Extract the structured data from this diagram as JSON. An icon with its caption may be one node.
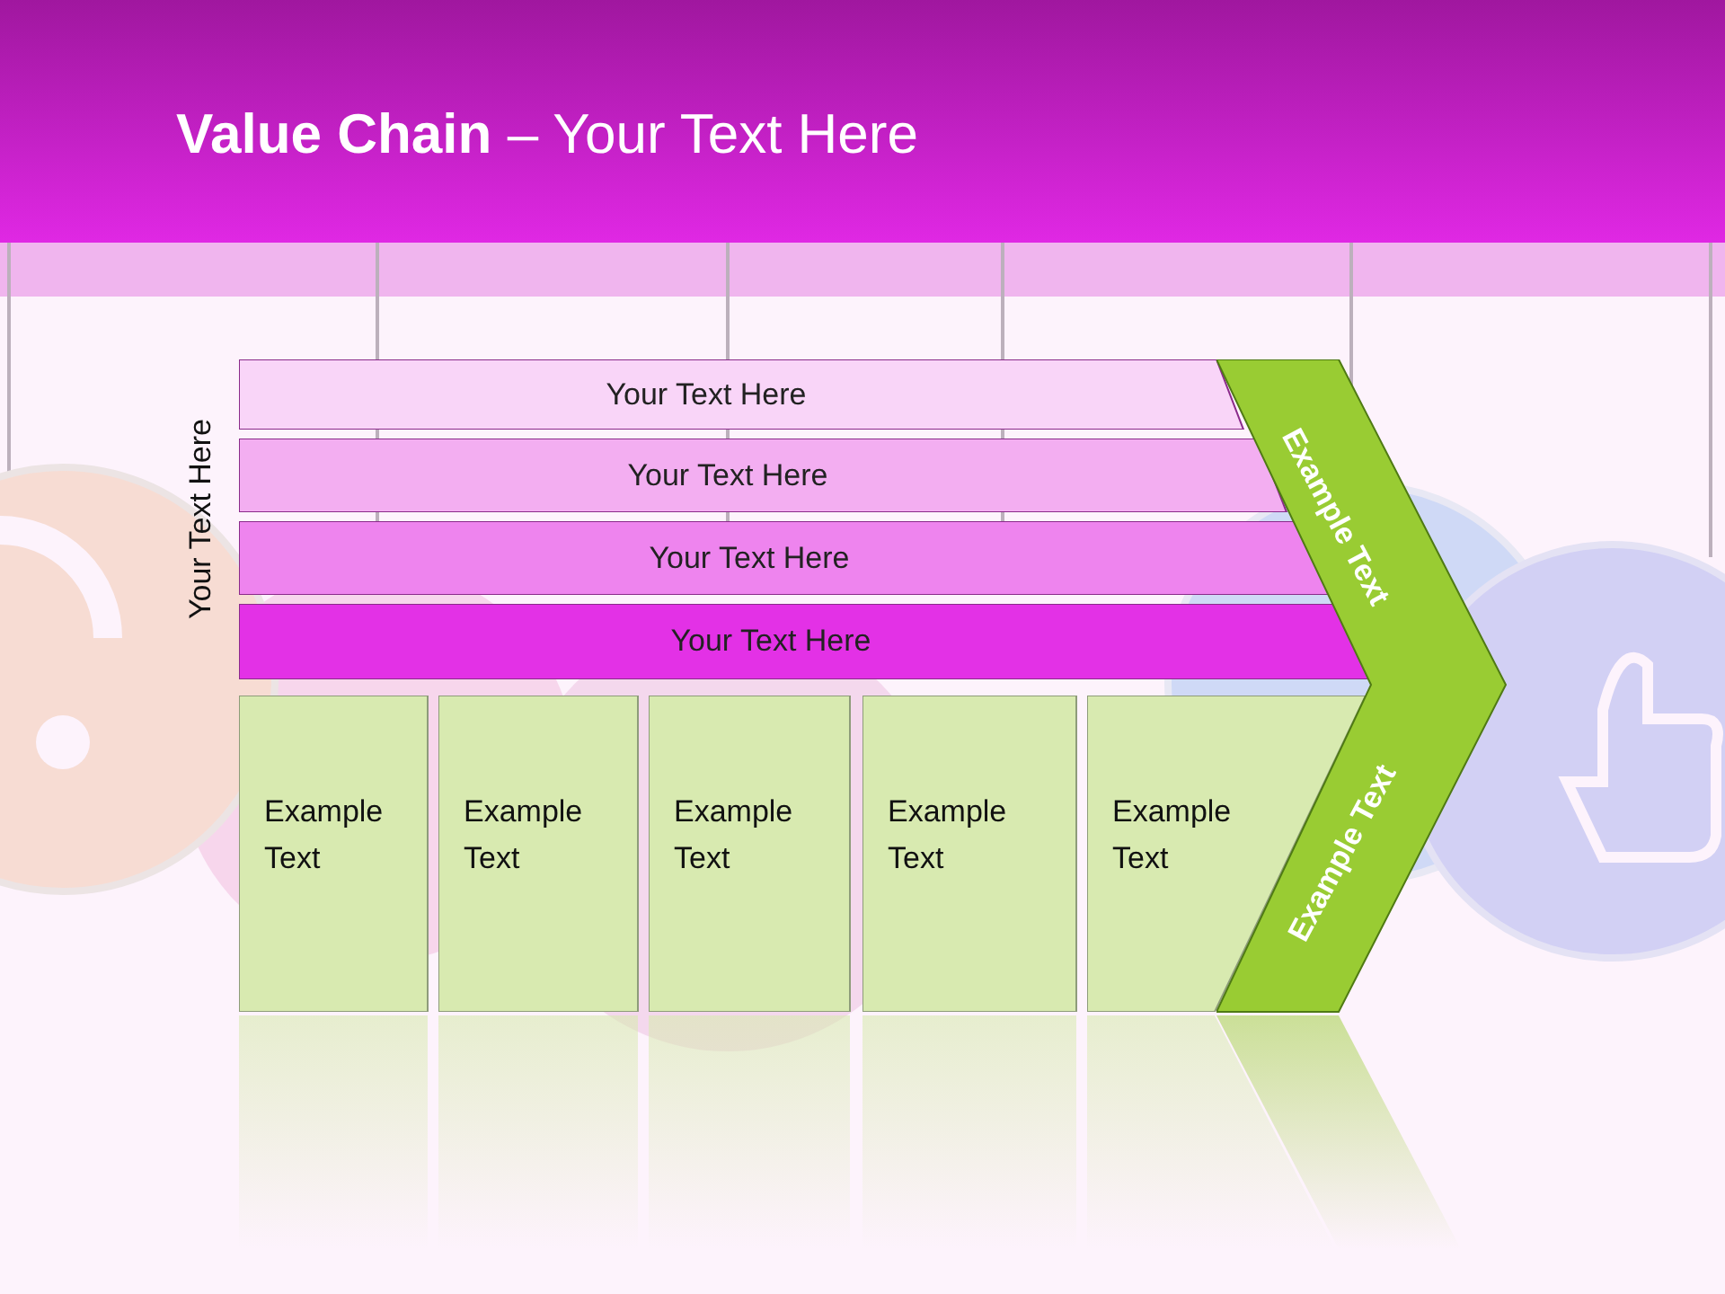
{
  "diagram": {
    "title": "**Value Chain** – Your Text Here",
    "nodes": [
      {
        "text": [
          "Your Text Here"
        ]
      },
      {
        "text": [
          "Your Text Here"
        ]
      },
      {
        "text": [
          "Your Text Here"
        ]
      },
      {
        "text": [
          "Your Text Here"
        ]
      },
      {
        "text": [
          "Example Text"
        ]
      },
      {
        "text": [
          "Example Text"
        ]
      },
      {
        "text": [
          "Example Text"
        ]
      },
      {
        "text": [
          "Example Text"
        ]
      },
      {
        "text": [
          "Example Text"
        ]
      },
      {
        "text": [
          "Example Text",
          "Example Text"
        ]
      }
    ],
    "labels": [
      "Your Text Here"
    ]
  }
}
